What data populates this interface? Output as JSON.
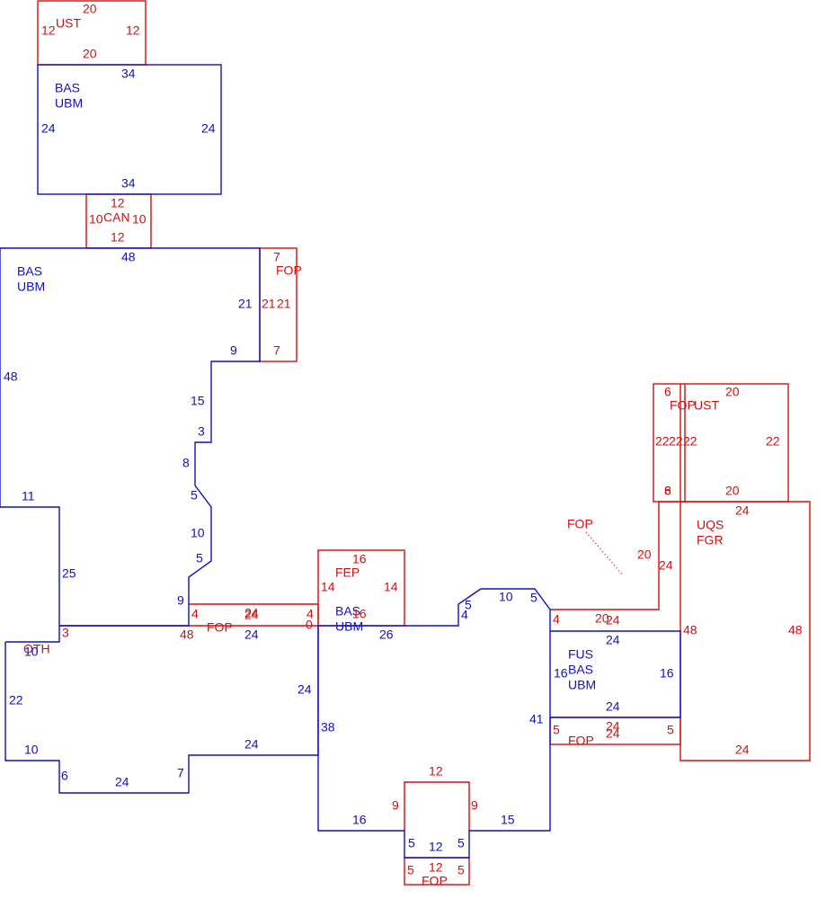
{
  "colors": {
    "main_area": "#1010c0",
    "other_area": "#d01010",
    "background": "#ffffff"
  },
  "area_codes": {
    "ust_top": "UST",
    "bas_top": [
      "BAS",
      "UBM"
    ],
    "can": "CAN",
    "bas_main": [
      "BAS",
      "UBM"
    ],
    "fop_right_of_main": "FOP",
    "fep": "FEP",
    "bas_center": [
      "BAS",
      "UBM"
    ],
    "fop_strip": "FOP",
    "oth": "OTH",
    "fop_floating": "FOP",
    "fop_ust_right": [
      "FOP",
      "UST"
    ],
    "uqs_fgr": [
      "UQS",
      "FGR"
    ],
    "fus_bas": [
      "FUS",
      "BAS",
      "UBM"
    ],
    "fop_under_fus": "FOP",
    "fop_bottom": "FOP"
  },
  "dimensions": {
    "ust_top": [
      "20",
      "12",
      "12",
      "20"
    ],
    "bas_top": [
      "34",
      "24",
      "24",
      "34"
    ],
    "can": [
      "12",
      "10",
      "10",
      "12"
    ],
    "bas_main": [
      "48",
      "21",
      "9",
      "48",
      "15",
      "3",
      "8",
      "5",
      "10",
      "5",
      "9",
      "11",
      "25"
    ],
    "fop_right_of_main": [
      "7",
      "21",
      "21",
      "7"
    ],
    "fep": [
      "16",
      "14",
      "14",
      "16"
    ],
    "fop_strip": [
      "24",
      "24",
      "4",
      "4",
      "48",
      "3",
      "0",
      "24"
    ],
    "bas_center": [
      "26",
      "24",
      "38",
      "24",
      "16",
      "15",
      "41",
      "4",
      "5",
      "10",
      "5"
    ],
    "oth": [
      "10",
      "22",
      "10",
      "6",
      "24",
      "7"
    ],
    "fop_ust_right": [
      "6",
      "20",
      "22",
      "22",
      "22",
      "22",
      "6",
      "8",
      "20"
    ],
    "uqs_fgr": [
      "24",
      "20",
      "24",
      "48",
      "48",
      "24"
    ],
    "fop_connector": [
      "4",
      "20",
      "24"
    ],
    "fus_bas": [
      "24",
      "16",
      "16",
      "24"
    ],
    "fop_under_fus": [
      "5",
      "24",
      "24",
      "5"
    ],
    "fop_bottom": [
      "12",
      "9",
      "9",
      "5",
      "12",
      "5",
      "5",
      "12",
      "5"
    ]
  }
}
